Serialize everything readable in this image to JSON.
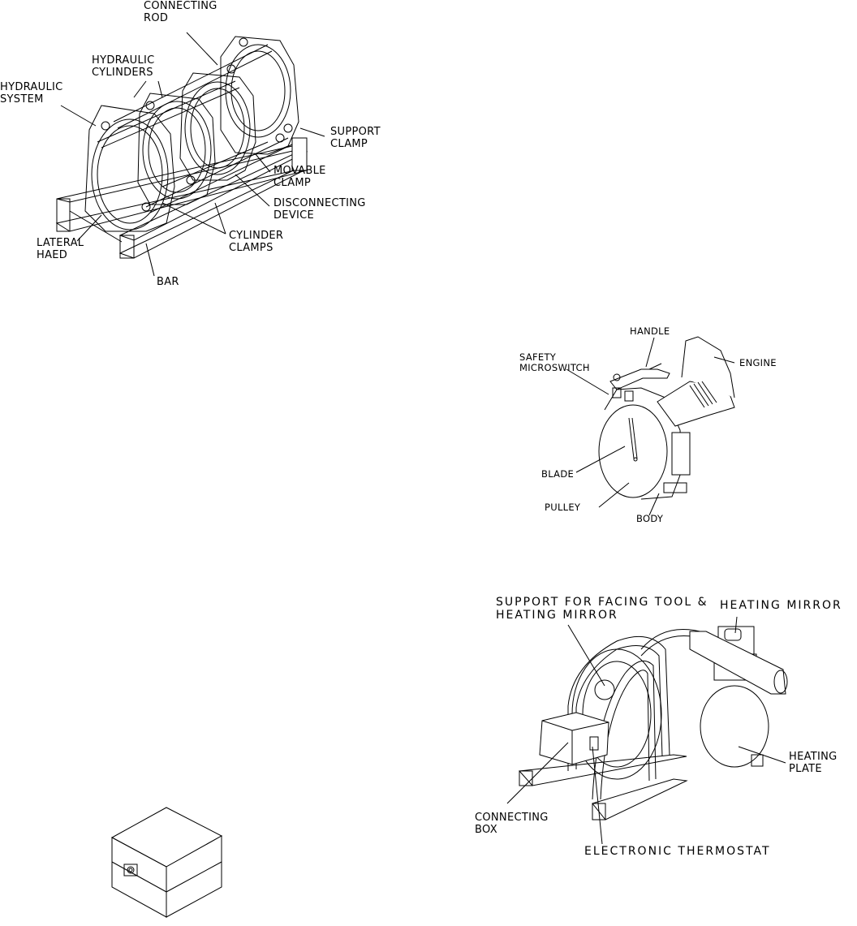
{
  "machine": {
    "connecting_rod": "CONNECTING\nROD",
    "hydraulic_cylinders": "HYDRAULIC\nCYLINDERS",
    "hydraulic_system": "HYDRAULIC\nSYSTEM",
    "support_clamp": "SUPPORT\nCLAMP",
    "movable_clamp": "MOVABLE\nCLAMP",
    "disconnecting_device": "DISCONNECTING\nDEVICE",
    "cylinder_clamps": "CYLINDER\nCLAMPS",
    "lateral_haed": "LATERAL\nHAED",
    "bar": "BAR"
  },
  "facing_tool": {
    "handle": "HANDLE",
    "safety_microswitch": "SAFETY\nMICROSWITCH",
    "engine": "ENGINE",
    "blade": "BLADE",
    "pulley": "PULLEY",
    "body": "BODY"
  },
  "heater": {
    "support": "SUPPORT FOR FACING TOOL &\nHEATING MIRROR",
    "heating_mirror": "HEATING MIRROR",
    "heating_plate": "HEATING\nPLATE",
    "connecting_box": "CONNECTING\nBOX",
    "electronic_thermostat": "ELECTRONIC THERMOSTAT"
  }
}
